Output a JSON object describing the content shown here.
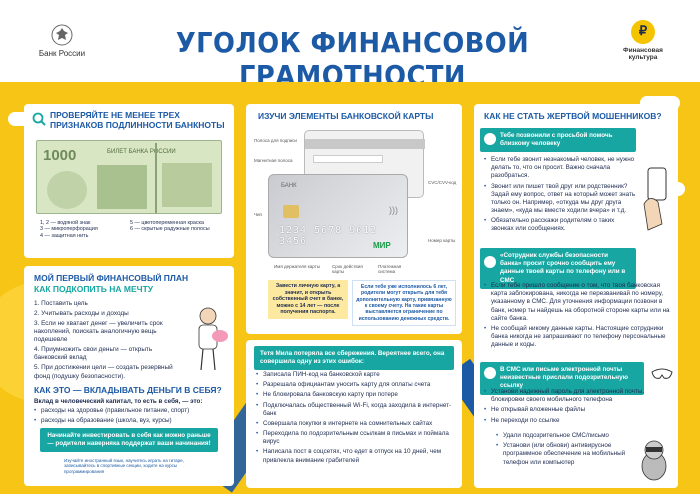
{
  "header": {
    "bank_name": "Банк России",
    "title": "УГОЛОК ФИНАНСОВОЙ ГРАМОТНОСТИ",
    "logo_symbol": "₽",
    "logo_text": "Финансовая культура"
  },
  "banknote": {
    "title": "ПРОВЕРЯЙТЕ НЕ МЕНЕЕ ТРЕХ ПРИЗНАКОВ ПОДЛИННОСТИ БАНКНОТЫ",
    "note_value": "1000",
    "note_caption": "БИЛЕТ БАНКА РОССИИ",
    "legend_left": [
      "1, 2 — водяной знак",
      "3 — микроперфорация",
      "4 — защитная нить"
    ],
    "legend_right": [
      "5 — цветопеременная краска",
      "6 — скрытые радужные полосы"
    ]
  },
  "plan": {
    "title": "МОЙ ПЕРВЫЙ ФИНАНСОВЫЙ ПЛАН",
    "subtitle": "КАК ПОДКОПИТЬ НА МЕЧТУ",
    "steps": [
      "1. Поставить цель",
      "2. Учитывать расходы и доходы",
      "3. Если не хватает денег — увеличить срок накоплений, поискать аналогичную вещь подешевле",
      "4. Приумножить свои деньги — открыть банковский вклад",
      "5. При достижении цели — создать резервный фонд (подушку безопасности)."
    ],
    "invest_title": "КАК ЭТО — ВКЛАДЫВАТЬ ДЕНЬГИ В СЕБЯ?",
    "invest_lead": "Вклад в человеческий капитал, то есть в себя, — это:",
    "invest_items": [
      "расходы на здоровье (правильное питание, спорт)",
      "расходы на образование (школа, вуз, курсы)"
    ],
    "banner": "Начинайте инвестировать в себя как можно раньше — родители наверняка поддержат ваши начинания!",
    "footnote": "Изучайте иностранный язык, научитесь играть на гитаре, записывайтесь в спортивные секции, ходите на курсы программирования"
  },
  "card": {
    "title": "ИЗУЧИ ЭЛЕМЕНТЫ БАНКОВСКОЙ КАРТЫ",
    "bank_label": "БАНК",
    "number": "1234 5678 9012 3456",
    "brand": "МИР",
    "labels_left": [
      "Полоса для подписи",
      "Магнитная полоса",
      "Чип"
    ],
    "labels_right": [
      "CVC/CVV-код",
      "Номер карты"
    ],
    "labels_bottom": [
      "Имя держателя карты",
      "Срок действия карты",
      "Платежная система"
    ],
    "note_left": "Завести личную карту, а значит, и открыть собственный счет в банке, можно с 14 лет — после получения паспорта.",
    "note_right": "Если тебе уже исполнилось 6 лет, родители могут открыть для тебя дополнительную карту, привязанную к своему счету. На такие карты выставляется ограничение по использованию денежных средств.",
    "story": "Тетя Мила потеряла все сбережения. Вереятнее всего, она совершила одну из этих ошибок:",
    "mistakes": [
      "Записала ПИН-код на банковской карте",
      "Разрешала официантам уносить карту для оплаты счета",
      "Не блокировала банковскую карту при потере",
      "Подключалась общественный Wi-Fi, когда заходила в интернет-банк",
      "Совершала покупки в интернете на сомнительных сайтах",
      "Переходила по подозрительным ссылкам в письмах и поймала вирус",
      "Написала пост в соцсетях, что едет в отпуск на 10 дней, чем привлекла внимание грабителей"
    ]
  },
  "fraud": {
    "title": "КАК НЕ СТАТЬ ЖЕРТВОЙ МОШЕННИКОВ?",
    "s1_title": "Тебе позвонили с просьбой помочь близкому человеку",
    "s1_items": [
      "Если тебе звонит незнакомый человек, не нужно делать то, что он просит. Важно сначала разобраться.",
      "Звонит или пишет твой друг или родственник? Задай ему вопрос, ответ на который может знать только он. Например, «откуда мы друг друга знаем», «куда мы вместе ходили вчера» и т.д.",
      "Обязательно расскажи родителям о таких звонках или сообщениях."
    ],
    "s2_title": "«Сотрудник службы безопасности банка» просит срочно сообщить ему данные твоей карты по телефону или в СМС",
    "s2_items": [
      "Если тебе пришло сообщение о том, что твоя банковская карта заблокирована, никогда не перезванивай по номеру, указанному в СМС. Для уточнения информации позвони в банк, номер ты найдешь на оборотной стороне карты или на сайте банка.",
      "Не сообщай никому данные карты. Настоящие сотрудники банка никогда не запрашивают по телефону персональные данные и коды."
    ],
    "s3_title": "В СМС или письме электронной почты неизвестные прислали подозрительную ссылку",
    "s3_items": [
      "Установи надежный пароль для электронной почты, блокировки своего мобильного телефона",
      "Не открывай вложенные файлы",
      "Не переходи по ссылке"
    ],
    "s3_sub": [
      "Удали подозрительное СМС/письмо",
      "Установи (или обнови) антивирусное программное обеспечение на мобильный телефон или компьютер"
    ]
  },
  "colors": {
    "primary": "#1c5aa6",
    "accent": "#f7c515",
    "teal": "#17a6a1"
  }
}
